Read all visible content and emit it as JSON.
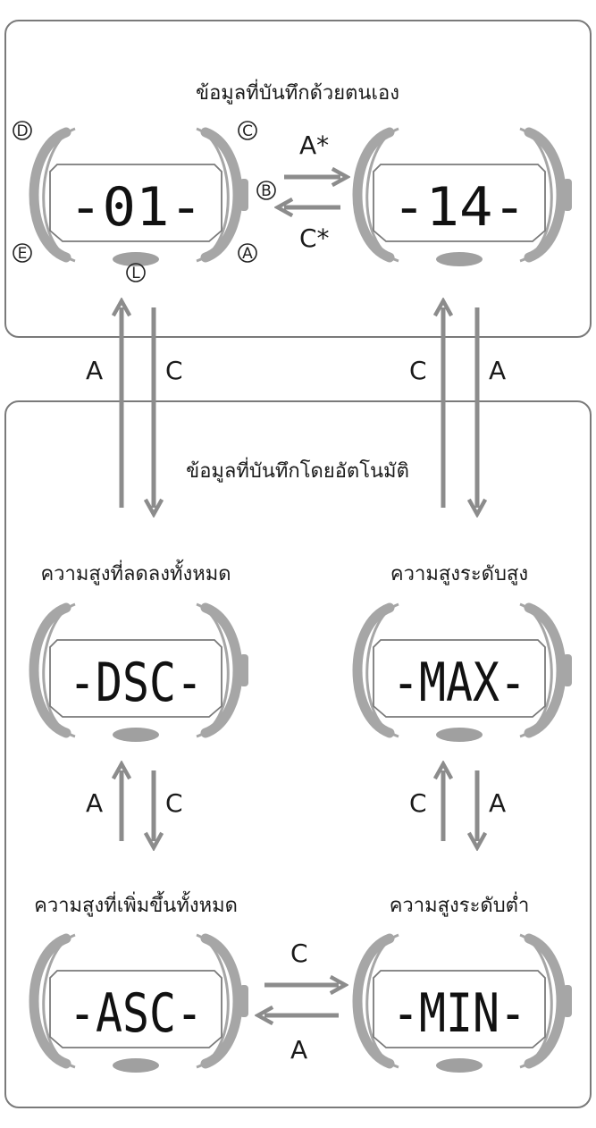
{
  "sections": {
    "manual": {
      "title": "ข้อมูลที่บันทึกด้วยตนเอง"
    },
    "auto": {
      "title": "ข้อมูลที่บันทึกโดยอัตโนมัติ"
    }
  },
  "watches": [
    {
      "id": "manual-01",
      "display": "-01-"
    },
    {
      "id": "manual-14",
      "display": "-14-"
    },
    {
      "id": "dsc",
      "label": "ความสูงที่ลดลงทั้งหมด",
      "display": "-DSC-"
    },
    {
      "id": "max",
      "label": "ความสูงระดับสูง",
      "display": "-MAX-"
    },
    {
      "id": "asc",
      "label": "ความสูงที่เพิ่มขึ้นทั้งหมด",
      "display": "-ASC-"
    },
    {
      "id": "min",
      "label": "ความสูงระดับต่ำ",
      "display": "-MIN-"
    }
  ],
  "buttons": {
    "d": "D",
    "c": "C",
    "b": "B",
    "e": "E",
    "a": "A",
    "l": "L"
  },
  "arrows": {
    "manual_fwd": "A*",
    "manual_back": "C*",
    "left_up": "A",
    "left_down": "C",
    "right_up": "C",
    "right_down": "A",
    "dsc_asc_up": "A",
    "dsc_asc_down": "C",
    "max_min_up": "C",
    "max_min_down": "A",
    "asc_min": "C",
    "min_asc": "A"
  },
  "colors": {
    "arrow": "#8c8c8c",
    "bezel": "#a6a6a6",
    "frame": "#7a7a7a",
    "led": "#a0a0a0"
  }
}
